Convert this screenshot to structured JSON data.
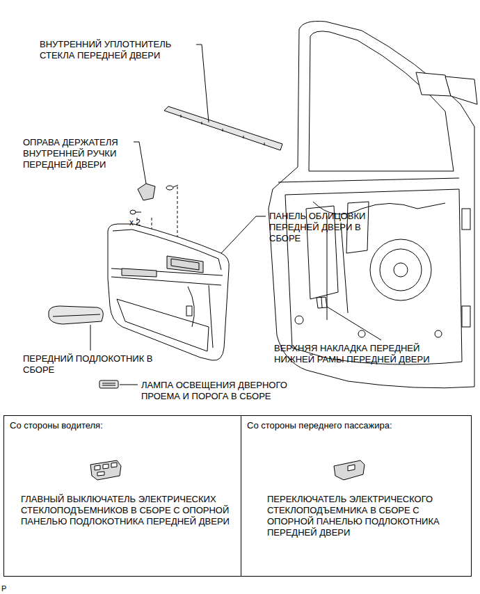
{
  "diagram": {
    "nodes": [
      {
        "text": [
          "Со стороны водителя:",
          "ГЛАВНЫЙ ВЫКЛЮЧАТЕЛЬ ЭЛЕКТРИЧЕСКИХ СТЕКЛОПОДЪЕМНИКОВ В СБОРЕ С ОПОРНОЙ ПАНЕЛЬЮ ПОДЛОКОТНИКА ПЕРЕДНЕЙ ДВЕРИ"
        ]
      },
      {
        "text": [
          "Со стороны переднего пассажира:",
          "ПЕРЕКЛЮЧАТЕЛЬ ЭЛЕКТРИЧЕСКОГО СТЕКЛОПОДЪЕМНИКА В СБОРЕ С ОПОРНОЙ ПАНЕЛЬЮ ПОДЛОКОТНИКА ПЕРЕДНЕЙ ДВЕРИ"
        ]
      }
    ],
    "labels": [
      "ВНУТРЕННИЙ УПЛОТНИТЕЛЬ СТЕКЛА ПЕРЕДНЕЙ ДВЕРИ",
      "ОПРАВА ДЕРЖАТЕЛЯ ВНУТРЕННЕЙ РУЧКИ ПЕРЕДНЕЙ ДВЕРИ",
      "x 2",
      "ПАНЕЛЬ ОБЛИЦОВКИ ПЕРЕДНЕЙ ДВЕРИ В СБОРЕ",
      "ПЕРЕДНИЙ ПОДЛОКОТНИК В СБОРЕ",
      "ВЕРХНЯЯ НАКЛАДКА ПЕРЕДНЕЙ НИЖНЕЙ РАМЫ ПЕРЕДНЕЙ ДВЕРИ",
      "ЛАМПА ОСВЕЩЕНИЯ ДВЕРНОГО ПРОЕМА И ПОРОГА В СБОРЕ",
      "P"
    ]
  }
}
